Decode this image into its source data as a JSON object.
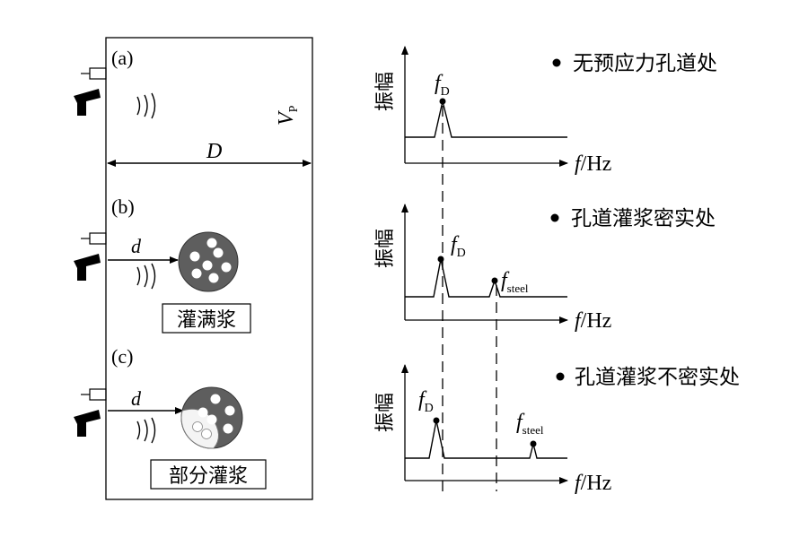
{
  "panels": {
    "a": {
      "label": "(a)"
    },
    "b": {
      "label": "(b)",
      "caption": "灌满浆"
    },
    "c": {
      "label": "(c)",
      "caption": "部分灌浆"
    }
  },
  "dims": {
    "thickness": "D",
    "velocity": "V",
    "velocity_sub": "P",
    "depth": "d"
  },
  "spectra": [
    {
      "legend": "无预应力孔道处",
      "ylabel": "振幅",
      "xlabel_f": "f",
      "xlabel_unit": "/Hz",
      "peak1": "f",
      "peak1_sub": "D"
    },
    {
      "legend": "孔道灌浆密实处",
      "ylabel": "振幅",
      "xlabel_f": "f",
      "xlabel_unit": "/Hz",
      "peak1": "f",
      "peak1_sub": "D",
      "peak2": "f",
      "peak2_sub": "steel"
    },
    {
      "legend": "孔道灌浆不密实处",
      "ylabel": "振幅",
      "xlabel_f": "f",
      "xlabel_unit": "/Hz",
      "peak1": "f",
      "peak1_sub": "D",
      "peak2": "f",
      "peak2_sub": "steel"
    }
  ]
}
